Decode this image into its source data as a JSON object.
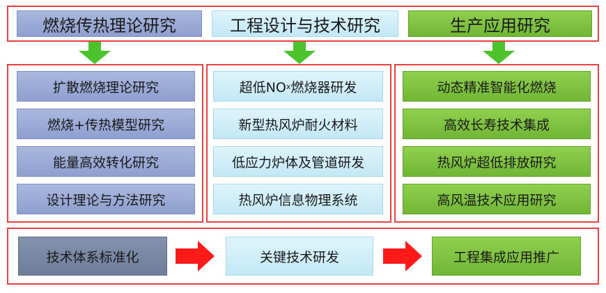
{
  "headers": [
    "燃烧传热理论研究",
    "工程设计与技术研究",
    "生产应用研究"
  ],
  "columns": [
    {
      "items": [
        "扩散燃烧理论研究",
        "燃烧+传热模型研究",
        "能量高效转化研究",
        "设计理论与方法研究"
      ]
    },
    {
      "items": [
        "超低NOₓ燃烧器研发",
        "新型热风炉耐火材料",
        "低应力炉体及管道研发",
        "热风炉信息物理系统"
      ]
    },
    {
      "items": [
        "动态精准智能化燃烧",
        "高效长寿技术集成",
        "热风炉超低排放研究",
        "高风温技术应用研究"
      ]
    }
  ],
  "bottom": [
    "技术体系标准化",
    "关键技术研发",
    "工程集成应用推广"
  ],
  "colors": {
    "border": "#e8413f",
    "green": "#7dc142",
    "blue": "#9aa9d6",
    "cyan": "#cdeef8",
    "slate": "#7888a4",
    "red_arrow": "#ff1a1a"
  }
}
